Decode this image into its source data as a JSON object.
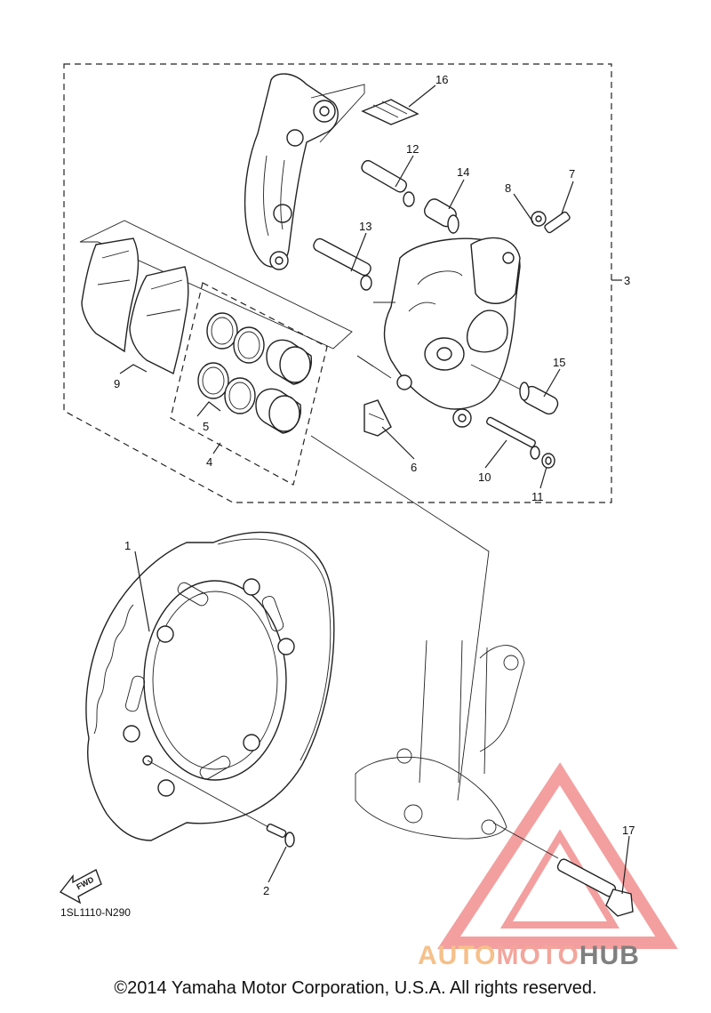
{
  "diagram": {
    "code": "1SL1110-N290",
    "fwd_label": "FWD",
    "callouts": {
      "p1": "1",
      "p2": "2",
      "p3": "3",
      "p4": "4",
      "p5": "5",
      "p6": "6",
      "p7": "7",
      "p8": "8",
      "p9": "9",
      "p10": "10",
      "p11": "11",
      "p12": "12",
      "p13": "13",
      "p14": "14",
      "p15": "15",
      "p16": "16",
      "p17": "17"
    }
  },
  "footer": {
    "copyright": "©2014 Yamaha Motor Corporation, U.S.A. All rights reserved."
  },
  "watermark": {
    "part_a": "AUTO",
    "part_b": "MOTO",
    "part_c": "HUB",
    "colors": {
      "auto": "#f6c08a",
      "moto": "#f3a59c",
      "hub": "#7f7f7f",
      "triangle": "#f08080"
    }
  }
}
